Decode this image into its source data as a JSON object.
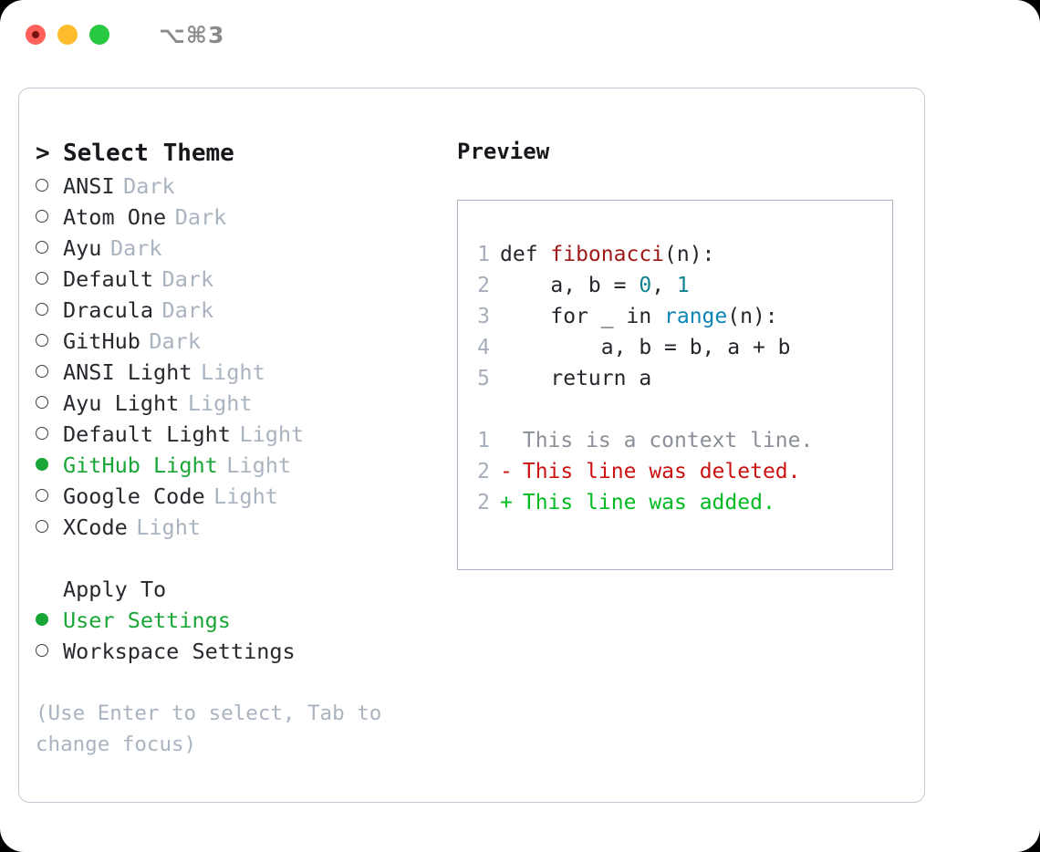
{
  "titlebar": {
    "shortcut": "⌥⌘3",
    "lights": [
      "close-light",
      "minimize-light",
      "maximize-light"
    ]
  },
  "theme_list": {
    "header": {
      "marker": ">",
      "label": "Select Theme"
    },
    "items": [
      {
        "marker": "o",
        "selected": false,
        "label": "ANSI",
        "suffix": "Dark"
      },
      {
        "marker": "o",
        "selected": false,
        "label": "Atom One",
        "suffix": "Dark"
      },
      {
        "marker": "o",
        "selected": false,
        "label": "Ayu",
        "suffix": "Dark"
      },
      {
        "marker": "o",
        "selected": false,
        "label": "Default",
        "suffix": "Dark"
      },
      {
        "marker": "o",
        "selected": false,
        "label": "Dracula",
        "suffix": "Dark"
      },
      {
        "marker": "o",
        "selected": false,
        "label": "GitHub",
        "suffix": "Dark"
      },
      {
        "marker": "o",
        "selected": false,
        "label": "ANSI Light",
        "suffix": "Light"
      },
      {
        "marker": "o",
        "selected": false,
        "label": "Ayu Light",
        "suffix": "Light"
      },
      {
        "marker": "o",
        "selected": false,
        "label": "Default Light",
        "suffix": "Light"
      },
      {
        "marker": "●",
        "selected": true,
        "label": "GitHub Light",
        "suffix": "Light"
      },
      {
        "marker": "o",
        "selected": false,
        "label": "Google Code",
        "suffix": "Light"
      },
      {
        "marker": "o",
        "selected": false,
        "label": "XCode",
        "suffix": "Light"
      }
    ]
  },
  "apply_to": {
    "header": "Apply To",
    "items": [
      {
        "marker": "●",
        "selected": true,
        "label": "User Settings"
      },
      {
        "marker": "o",
        "selected": false,
        "label": "Workspace Settings"
      }
    ]
  },
  "hint": "(Use Enter to select, Tab to change focus)",
  "preview": {
    "title": "Preview",
    "code_lines": [
      {
        "no": "1",
        "indent": "",
        "parts": [
          {
            "t": "def ",
            "c": "plain"
          },
          {
            "t": "fibonacci",
            "c": "fn"
          },
          {
            "t": "(n):",
            "c": "plain"
          }
        ]
      },
      {
        "no": "2",
        "indent": "    ",
        "parts": [
          {
            "t": "a, b = ",
            "c": "plain"
          },
          {
            "t": "0",
            "c": "num"
          },
          {
            "t": ", ",
            "c": "plain"
          },
          {
            "t": "1",
            "c": "num"
          }
        ]
      },
      {
        "no": "3",
        "indent": "    ",
        "parts": [
          {
            "t": "for _ in ",
            "c": "plain"
          },
          {
            "t": "range",
            "c": "call"
          },
          {
            "t": "(n):",
            "c": "plain"
          }
        ]
      },
      {
        "no": "4",
        "indent": "        ",
        "parts": [
          {
            "t": "a, b = b, a + b",
            "c": "plain"
          }
        ]
      },
      {
        "no": "5",
        "indent": "    ",
        "parts": [
          {
            "t": "return a",
            "c": "plain"
          }
        ]
      }
    ],
    "diff_lines": [
      {
        "no": "1",
        "sign": " ",
        "text": " This is a context line.",
        "kind": "context"
      },
      {
        "no": "2",
        "sign": "-",
        "text": " This line was deleted.",
        "kind": "del"
      },
      {
        "no": "2",
        "sign": "+",
        "text": " This line was added.",
        "kind": "add"
      }
    ]
  },
  "colors": {
    "accent_green": "#1aa636",
    "muted": "#aab3c0",
    "text": "#26292e",
    "border": "#a9b2c2",
    "diff_deleted": "#cc1111",
    "diff_added": "#00bb22",
    "syntax_function": "#a01818",
    "syntax_number": "#0f8390",
    "syntax_call": "#0c84b5",
    "light_red": "#ff6059",
    "light_yellow": "#ffbd2e",
    "light_green": "#28c840"
  }
}
